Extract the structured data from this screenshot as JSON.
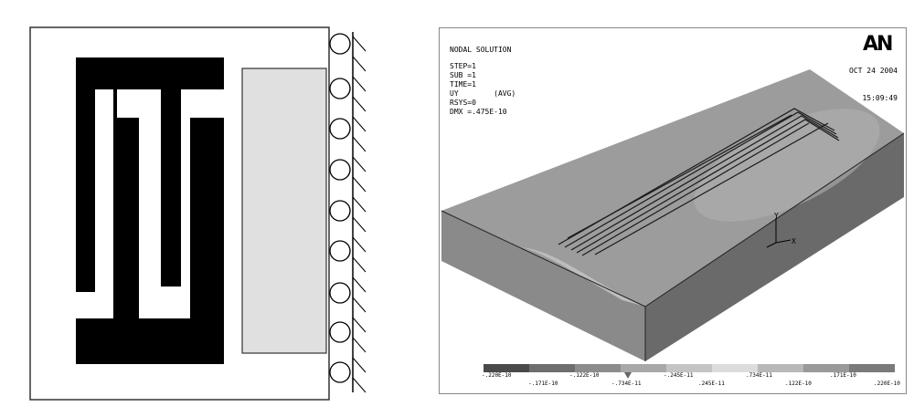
{
  "ansys_panel": {
    "logo_text": "AN",
    "title": "NODAL SOLUTION",
    "lines": [
      "STEP=1",
      "SUB =1",
      "TIME=1",
      "UY        (AVG)",
      "RSYS=0",
      "DMX =.475E-10"
    ],
    "date": "OCT 24 2004",
    "time": "15:09:49",
    "axis_y": "Y",
    "axis_x": "X",
    "legend_top": [
      "-.220E-10",
      "-.122E-10",
      "-.245E-11",
      ".734E-11",
      ".171E-10"
    ],
    "legend_bottom": [
      "-.171E-10",
      "-.734E-11",
      ".245E-11",
      ".122E-10",
      ".220E-10"
    ],
    "legend_colors": [
      "#4a4a4a",
      "#6e6e6e",
      "#8c8c8c",
      "#a8a8a8",
      "#c4c4c4",
      "#dcdcdc",
      "#b8b8b8",
      "#9a9a9a",
      "#7a7a7a"
    ]
  }
}
